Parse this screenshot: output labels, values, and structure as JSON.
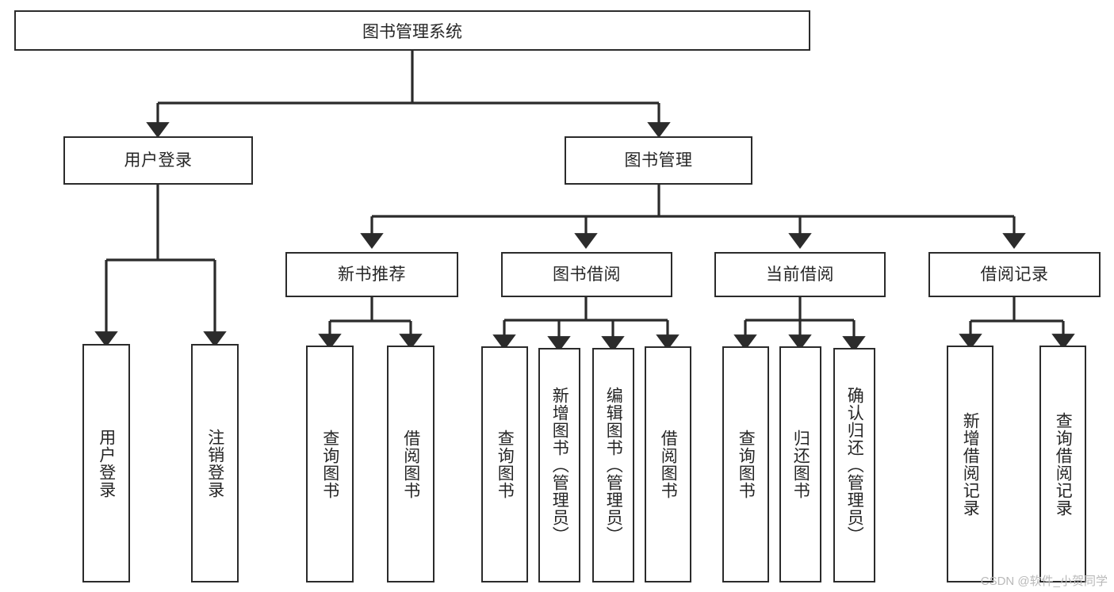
{
  "diagram": {
    "title": "图书管理系统",
    "type": "hierarchy-tree",
    "background_color": "#ffffff",
    "box_border_color": "#2b2b2b",
    "text_color": "#262626",
    "watermark": "CSDN @软件_小贺同学"
  },
  "nodes": {
    "root": {
      "label": "图书管理系统"
    },
    "level2": [
      {
        "label": "用户登录"
      },
      {
        "label": "图书管理"
      }
    ],
    "level3": [
      {
        "label": "新书推荐"
      },
      {
        "label": "图书借阅"
      },
      {
        "label": "当前借阅"
      },
      {
        "label": "借阅记录"
      }
    ],
    "leaves_user_login": [
      {
        "label": "用户登录"
      },
      {
        "label": "注销登录"
      }
    ],
    "leaves_new_book": [
      {
        "label": "查询图书"
      },
      {
        "label": "借阅图书"
      }
    ],
    "leaves_borrow": [
      {
        "label": "查询图书"
      },
      {
        "label": "新增图书（管理员）"
      },
      {
        "label": "编辑图书（管理员）"
      },
      {
        "label": "借阅图书"
      }
    ],
    "leaves_current": [
      {
        "label": "查询图书"
      },
      {
        "label": "归还图书"
      },
      {
        "label": "确认归还（管理员）"
      }
    ],
    "leaves_record": [
      {
        "label": "新增借阅记录"
      },
      {
        "label": "查询借阅记录"
      }
    ]
  }
}
